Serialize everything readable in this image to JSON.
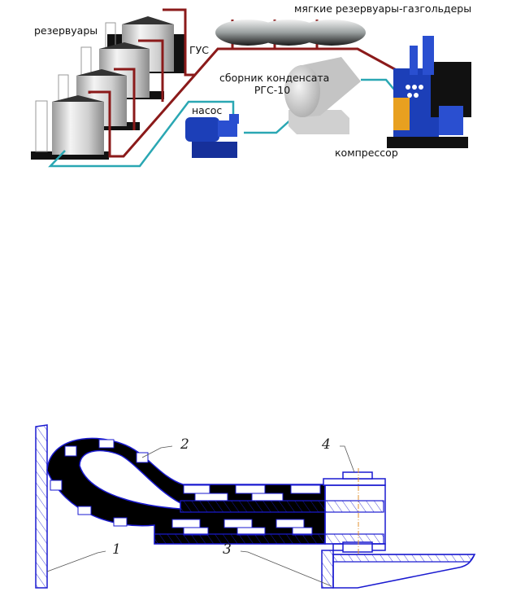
{
  "figure_top": {
    "labels": {
      "tanks": "резервуары",
      "gus": "ГУС",
      "gasholders": "мягкие резервуары-газгольдеры",
      "collector_line1": "сборник конденсата",
      "collector_line2": "РГС-10",
      "pump": "насос",
      "compressor": "компрессор"
    },
    "colors": {
      "gas_line": "#8b1a1a",
      "liquid_line": "#2aa7b3",
      "equipment_blue": "#1c3fb8",
      "compressor_orange": "#e8a020"
    }
  },
  "figure_bottom": {
    "callouts": [
      "1",
      "2",
      "3",
      "4"
    ],
    "colors": {
      "outline": "#1a1ad0",
      "fill_dark": "#000000",
      "leader": "#555555",
      "axis": "#e09030"
    }
  }
}
